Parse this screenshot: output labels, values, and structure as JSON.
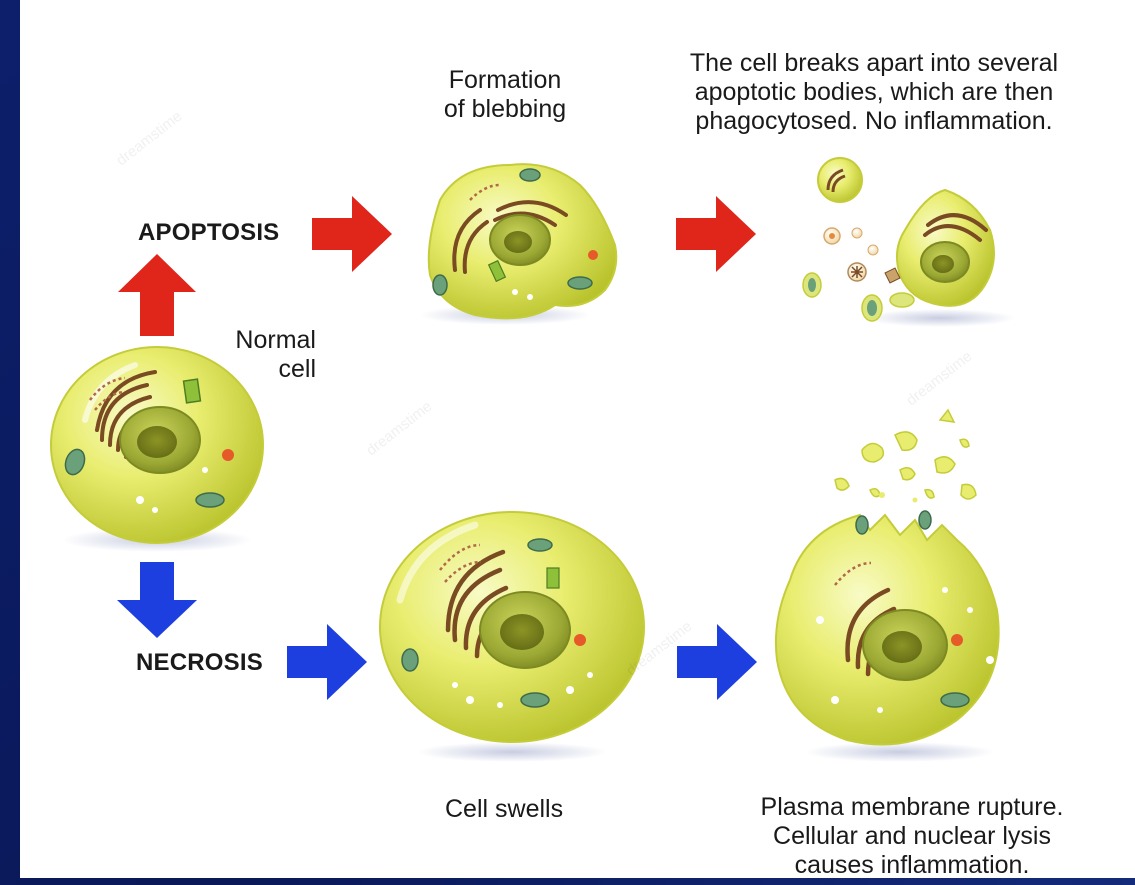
{
  "stages": {
    "apoptosis_label": "APOPTOSIS",
    "necrosis_label": "NECROSIS",
    "normal_cell": "Normal\ncell",
    "blebbing": "Formation\nof blebbing",
    "apoptotic_bodies": "The cell breaks apart into several\napoptotic bodies, which are then\nphagocytosed.  No inflammation.",
    "cell_swells": "Cell swells",
    "membrane_rupture": "Plasma membrane rupture.\nCellular and nuclear lysis\ncauses inflammation."
  },
  "colors": {
    "apoptosis_arrow": "#e0251b",
    "necrosis_arrow": "#1d3fe0",
    "cytoplasm": "#e8ec6a",
    "nucleus": "#a9b53a",
    "er": "#7a4a22",
    "mitochondria": "#4f8f6a",
    "background": "#0b1a5e"
  }
}
